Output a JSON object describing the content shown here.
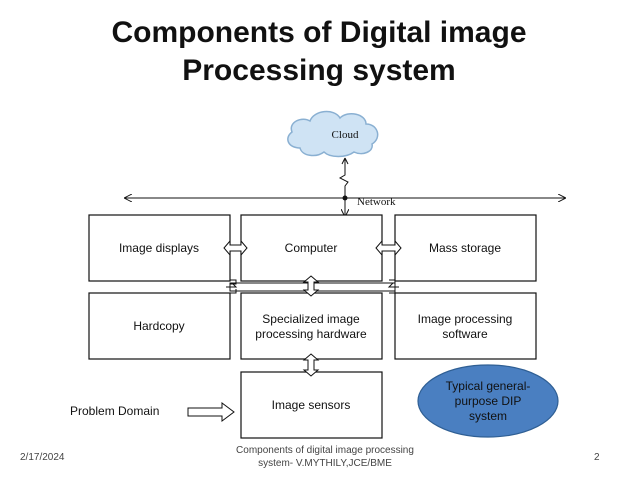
{
  "slide": {
    "title_line1": "Components of Digital image",
    "title_line2": "Processing system"
  },
  "diagram": {
    "cloud": "Cloud",
    "network": "Network",
    "boxes": {
      "image_displays": "Image displays",
      "computer": "Computer",
      "mass_storage": "Mass storage",
      "hardcopy": "Hardcopy",
      "specialized_line1": "Specialized image",
      "specialized_line2": "processing hardware",
      "software_line1": "Image processing",
      "software_line2": "software",
      "image_sensors": "Image sensors"
    },
    "problem_domain": "Problem Domain",
    "ellipse_line1": "Typical general-",
    "ellipse_line2": "purpose DIP",
    "ellipse_line3": "system",
    "ellipse_color": "#4a7fc1"
  },
  "footer": {
    "date": "2/17/2024",
    "center_line1": "Components of digital image processing",
    "center_line2": "system- V.MYTHILY,JCE/BME",
    "page": "2"
  }
}
